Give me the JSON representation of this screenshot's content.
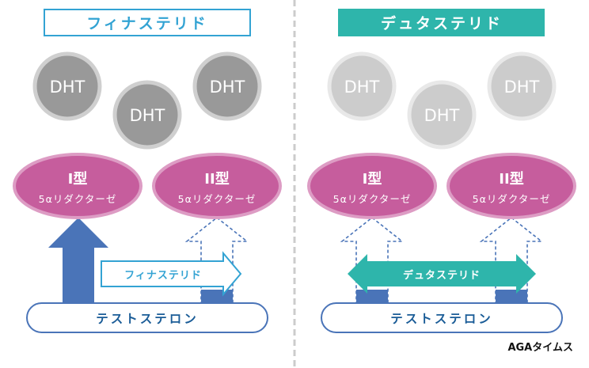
{
  "colors": {
    "finasteride_blue": "#33a3d3",
    "dutasteride_teal": "#2eb5ab",
    "enzyme_pink": "#c65d9d",
    "enzyme_pink_rim": "#dd9cc4",
    "dht_active": "#999999",
    "dht_active_rim": "#cfcfcf",
    "dht_inactive": "#cccccc",
    "dht_inactive_rim": "#e8e8e8",
    "arrow_blue": "#4a74b8",
    "testosterone_text": "#1a5c97",
    "divider": "#cccccc"
  },
  "left_panel": {
    "title": "フィナステリド",
    "dht_labels": [
      "DHT",
      "DHT",
      "DHT"
    ],
    "enzymes": [
      {
        "type": "I型",
        "name": "5αリダクターゼ",
        "arrow": "solid"
      },
      {
        "type": "II型",
        "name": "5αリダクターゼ",
        "arrow": "dashed"
      }
    ],
    "drug_arrow_label": "フィナステリド",
    "substrate": "テストステロン"
  },
  "right_panel": {
    "title": "デュタステリド",
    "dht_labels": [
      "DHT",
      "DHT",
      "DHT"
    ],
    "enzymes": [
      {
        "type": "I型",
        "name": "5αリダクターゼ",
        "arrow": "dashed"
      },
      {
        "type": "II型",
        "name": "5αリダクターゼ",
        "arrow": "dashed"
      }
    ],
    "drug_arrow_label": "デュタステリド",
    "substrate": "テストステロン"
  },
  "logo": "AGAタイムス"
}
